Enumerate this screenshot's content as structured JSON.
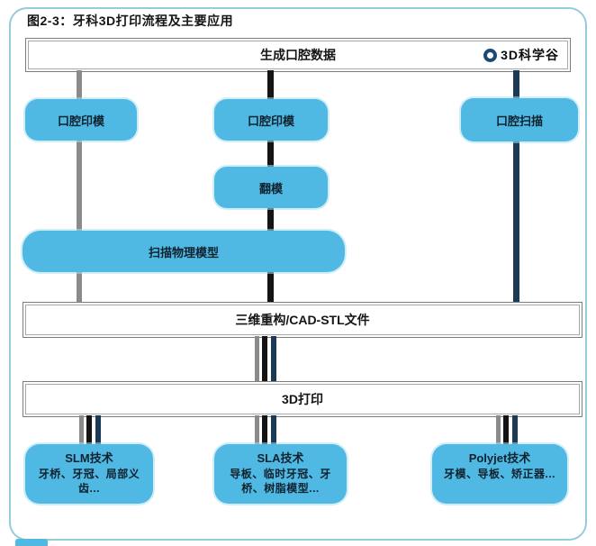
{
  "figure": {
    "caption": "图2-3：牙科3D打印流程及主要应用",
    "brand": {
      "name": "3D科学谷"
    },
    "nodes": {
      "top_bar": "生成口腔数据",
      "row1_left": "口腔印模",
      "row1_mid": "口腔印模",
      "row1_right": "口腔扫描",
      "remold": "翻模",
      "scan_physical": "扫描物理模型",
      "reconstruction": "三维重构/CAD-STL文件",
      "printing": "3D打印"
    },
    "outputs": [
      {
        "tech": "SLM技术",
        "apps": "牙桥、牙冠、局部义齿..."
      },
      {
        "tech": "SLA技术",
        "apps": "导板、临时牙冠、牙桥、树脂模型..."
      },
      {
        "tech": "Polyjet技术",
        "apps": "牙模、导板、矫正器..."
      }
    ],
    "colors": {
      "node_fill": "#4FB8E3",
      "line_gray": "#8A8A8A",
      "line_black": "#141414",
      "line_navy": "#1B3A55",
      "frame_border": "#96CCD9"
    }
  }
}
